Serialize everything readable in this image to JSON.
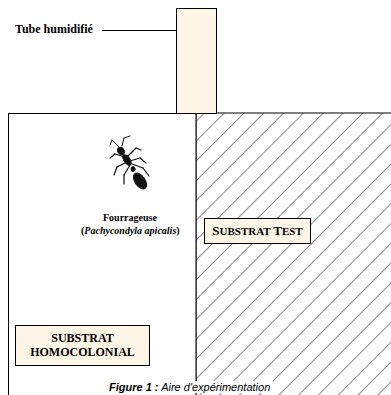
{
  "diagram": {
    "caption": "Figure 1 : Aire d'expérimentation",
    "nodes": [
      {
        "text": [
          "SUBSTRAT TEST"
        ]
      },
      {
        "text": [
          "SUBSTRAT HOMOCOLONIAL"
        ]
      }
    ],
    "labels": [
      "Tube humidifié",
      "Fourrageuse",
      "(Pachycondyla apicalis)"
    ]
  }
}
